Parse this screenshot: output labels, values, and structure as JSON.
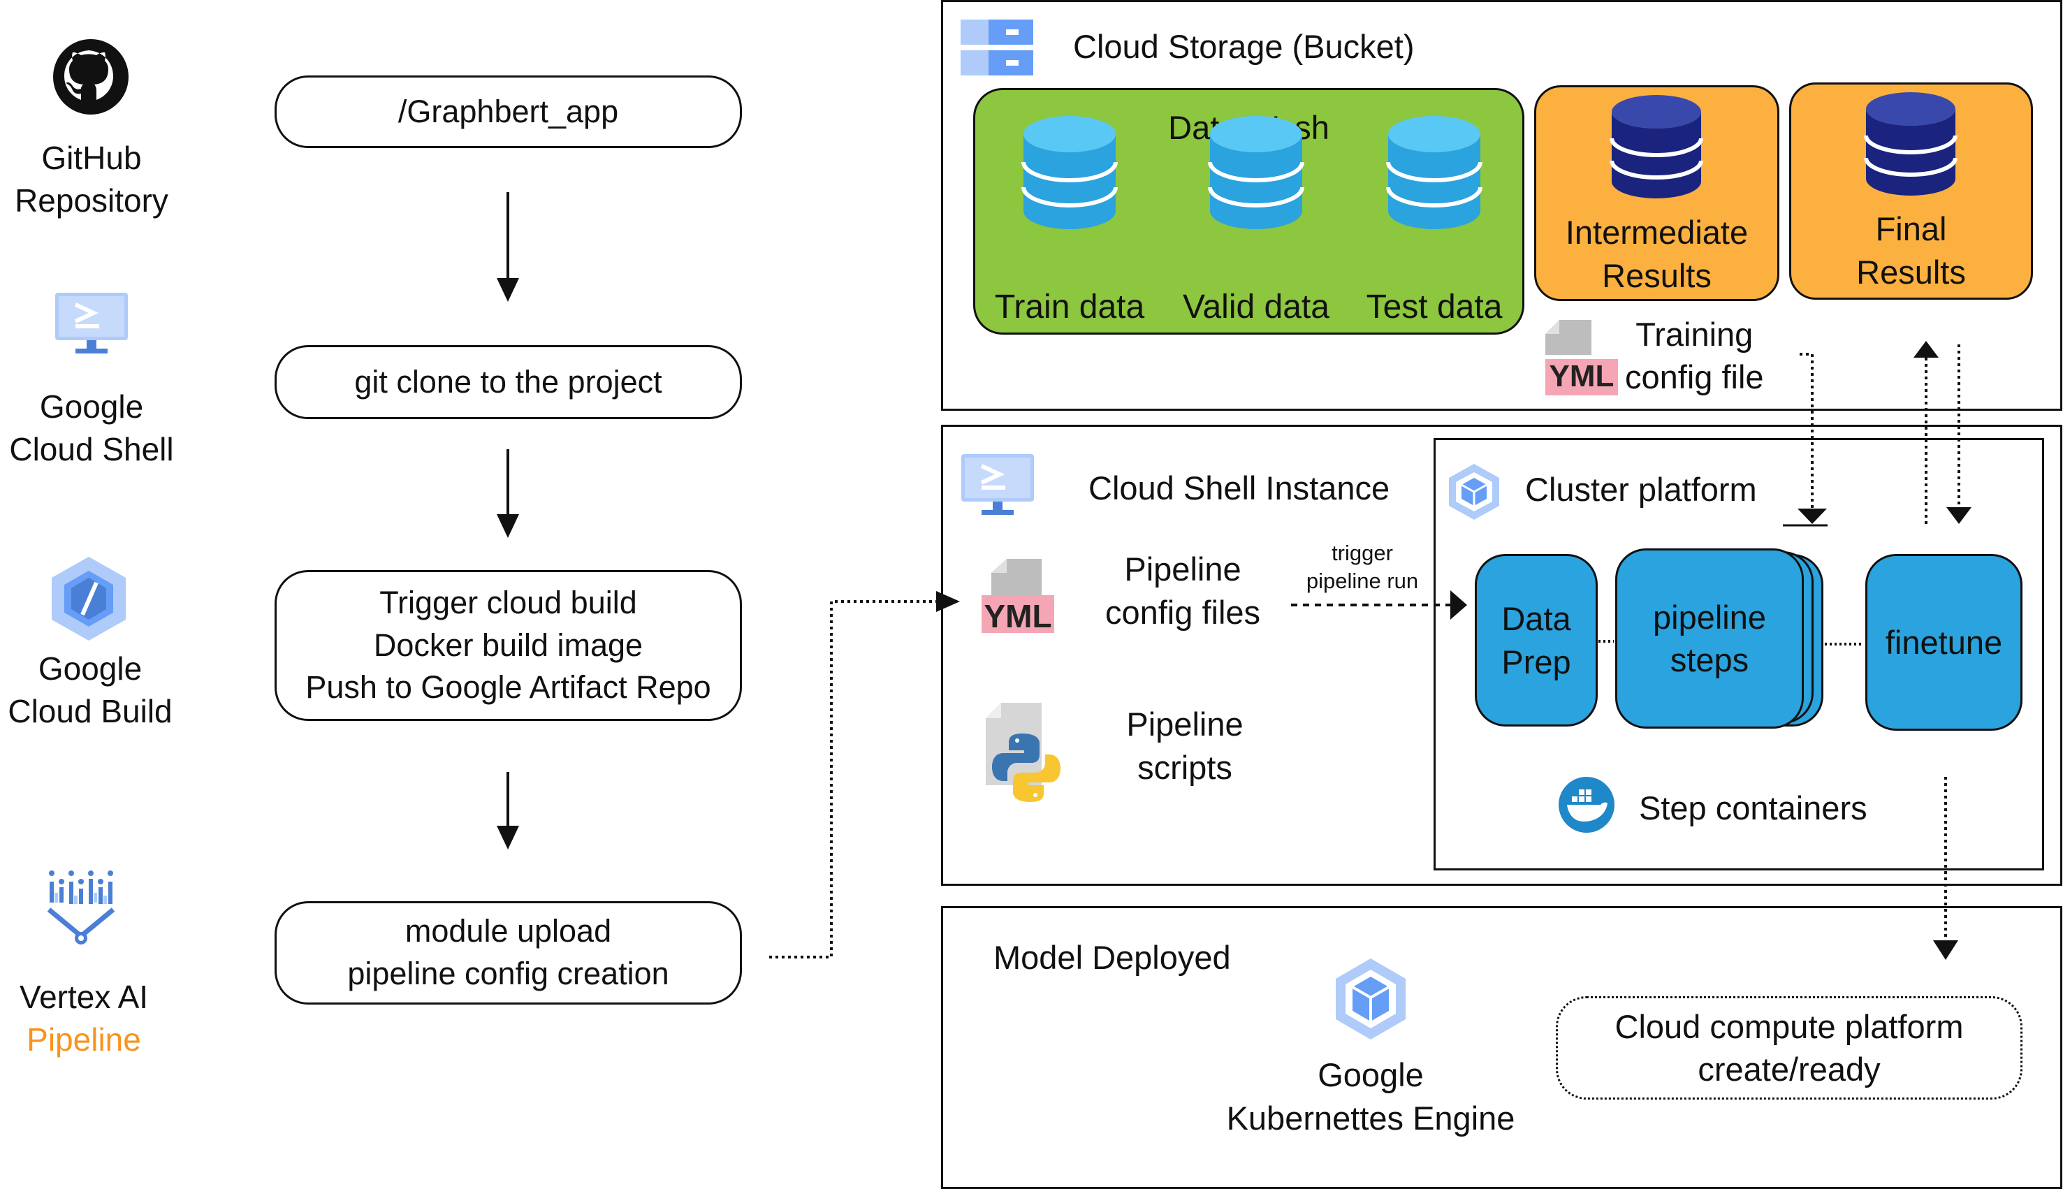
{
  "left": {
    "tools": [
      {
        "name": "github",
        "lines": [
          "GitHub",
          "Repository"
        ]
      },
      {
        "name": "cloud-shell",
        "lines": [
          "Google",
          "Cloud Shell"
        ]
      },
      {
        "name": "cloud-build",
        "lines": [
          "Google",
          "Cloud Build"
        ]
      },
      {
        "name": "vertex",
        "lines": [
          "Vertex AI",
          "Pipeline"
        ]
      }
    ],
    "accent_orange": "#f7941d",
    "steps": [
      {
        "lines": [
          "/Graphbert_app"
        ]
      },
      {
        "lines": [
          "git clone to the project"
        ]
      },
      {
        "lines": [
          "Trigger cloud build",
          "Docker build image",
          "Push to Google Artifact Repo"
        ]
      },
      {
        "lines": [
          "module upload",
          "pipeline config creation"
        ]
      }
    ]
  },
  "storage": {
    "title": "Cloud Storage (Bucket)",
    "data_wash": {
      "title": "Data Wash",
      "color": "#8dc63f",
      "datasets": [
        "Train data",
        "Valid data",
        "Test data"
      ]
    },
    "results_color": "#fbb040",
    "intermediate": [
      "Intermediate",
      "Results"
    ],
    "final": [
      "Final",
      "Results"
    ],
    "yml_badge": "YML",
    "training_config": [
      "Training",
      "config file"
    ]
  },
  "shell": {
    "title": "Cloud Shell Instance",
    "yml_badge": "YML",
    "pipeline_config": [
      "Pipeline",
      "config files"
    ],
    "pipeline_scripts": [
      "Pipeline",
      "scripts"
    ],
    "trigger": [
      "trigger",
      "pipeline run"
    ]
  },
  "cluster": {
    "title": "Cluster platform",
    "step_color": "#2aa3de",
    "steps": {
      "data_prep": [
        "Data",
        "Prep"
      ],
      "pipeline_steps": [
        "pipeline",
        "steps"
      ],
      "finetune": [
        "finetune"
      ]
    },
    "containers": "Step containers"
  },
  "deploy": {
    "title": "Model Deployed",
    "gke": [
      "Google",
      "Kubernettes Engine"
    ],
    "compute": [
      "Cloud compute platform",
      "create/ready"
    ]
  },
  "icons": {
    "github": "github-icon",
    "cloud_shell": "cloud-shell-icon",
    "cloud_build": "cloud-build-icon",
    "vertex": "vertex-ai-icon",
    "storage": "storage-bucket-icon",
    "database": "database-icon",
    "yml_file": "yml-file-icon",
    "python_file": "python-file-icon",
    "kubernetes": "kubernetes-icon",
    "docker": "docker-icon"
  }
}
